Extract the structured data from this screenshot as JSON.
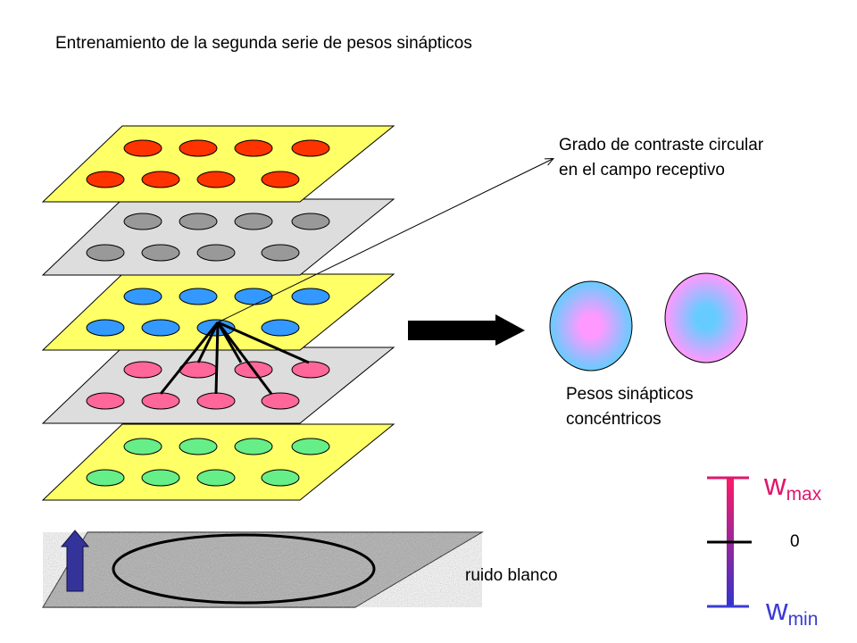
{
  "title": "Entrenamiento de la segunda serie de pesos sinápticos",
  "contrast_label": [
    "Grado de contraste circular",
    "en el campo receptivo"
  ],
  "weights_label": [
    "Pesos sinápticos",
    "concéntricos"
  ],
  "noise_label": "ruido blanco",
  "scale": {
    "w_symbol": "w",
    "max_sub": "max",
    "min_sub": "min",
    "zero": "0",
    "max_color": "#e0166b",
    "min_color": "#3b3bd6"
  },
  "layers": [
    {
      "name": "top",
      "plane_color": "#ffff66",
      "dot_color": "#ff3300"
    },
    {
      "name": "second",
      "plane_color": "#dddddd",
      "dot_color": "#999999"
    },
    {
      "name": "middle",
      "plane_color": "#ffff66",
      "dot_color": "#3399ff"
    },
    {
      "name": "fourth",
      "plane_color": "#dddddd",
      "dot_color": "#ff6699"
    },
    {
      "name": "bottom",
      "plane_color": "#ffff66",
      "dot_color": "#66ee88"
    }
  ],
  "colors": {
    "noise_plane": "#aaaaaa",
    "up_arrow": "#333399",
    "big_arrow": "#000000",
    "weight_center_a": "#ff99ff",
    "weight_edge_a": "#66ccff",
    "weight_center_b": "#66ccff",
    "weight_edge_b": "#ff99ff"
  }
}
